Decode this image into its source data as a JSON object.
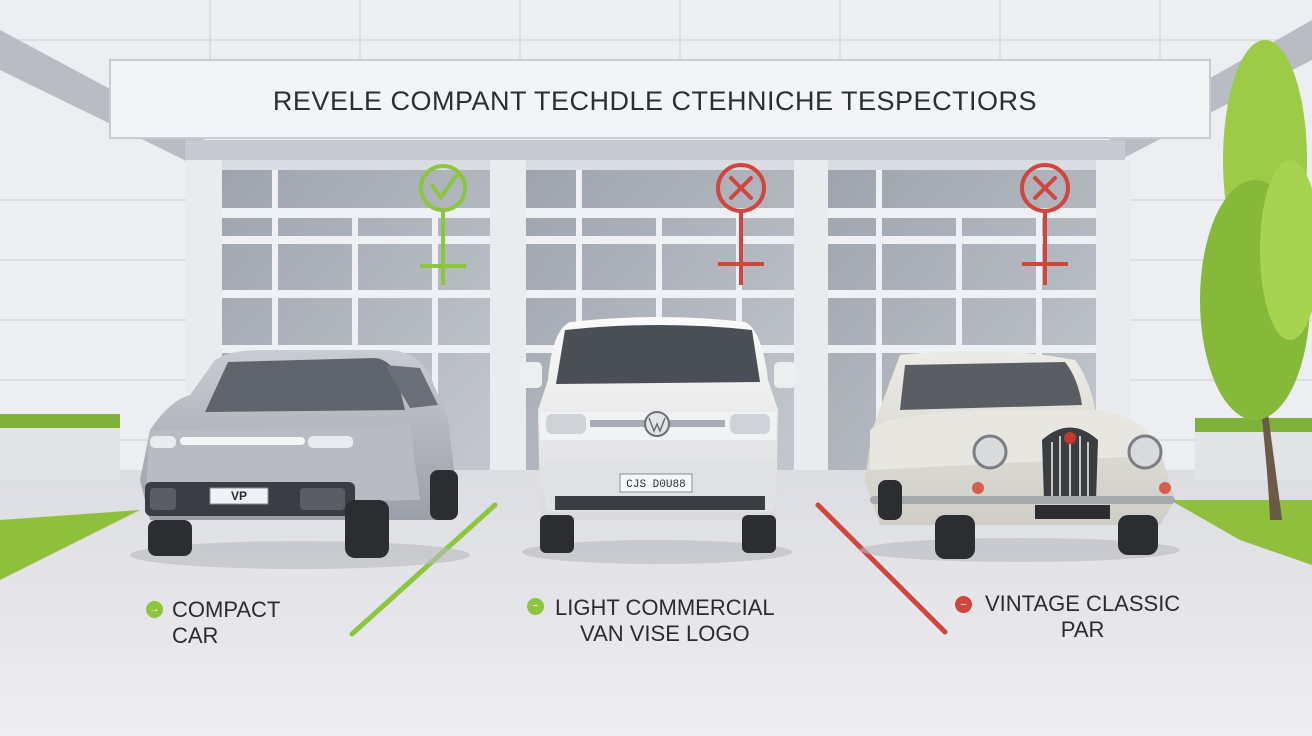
{
  "sign": {
    "text": "REVELE COMPANT TECHDLE CTEHNICHE TESPECTIORS"
  },
  "vehicles": [
    {
      "id": "compact-car",
      "status": "pass",
      "status_color": "#8cc63f",
      "label_lines": [
        "COMPACT",
        "CAR"
      ],
      "plate": "VP"
    },
    {
      "id": "van",
      "status": "fail",
      "status_color": "#d0453c",
      "label_lines": [
        "LIGHT COMMERCIAL",
        "VAN VISE LOGO"
      ],
      "plate": "CJS D0U88"
    },
    {
      "id": "vintage-car",
      "status": "fail",
      "status_color": "#d0453c",
      "label_lines": [
        "VINTAGE CLASSIC",
        "PAR"
      ],
      "plate": ""
    }
  ],
  "icons": {
    "pass": "check-circle-icon",
    "fail": "x-circle-icon",
    "dot_pass": "arrow-right-icon",
    "dot_fail": "minus-icon"
  },
  "colors": {
    "pass": "#8cc63f",
    "fail": "#d0453c",
    "background": "#e7e8ec"
  }
}
